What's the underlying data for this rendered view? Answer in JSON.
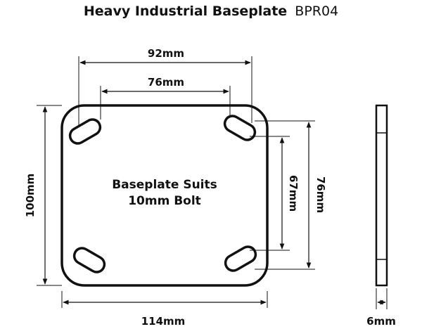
{
  "title": {
    "bold": "Heavy Industrial Baseplate",
    "code": "BPR04"
  },
  "center_text": {
    "line1": "Baseplate Suits",
    "line2": "10mm Bolt"
  },
  "dimensions": {
    "top_outer": "92mm",
    "top_inner": "76mm",
    "left_height": "100mm",
    "bottom_width": "114mm",
    "right_inner": "67mm",
    "right_outer": "76mm",
    "thickness": "6mm"
  },
  "colors": {
    "line": "#111111",
    "background": "#ffffff"
  }
}
